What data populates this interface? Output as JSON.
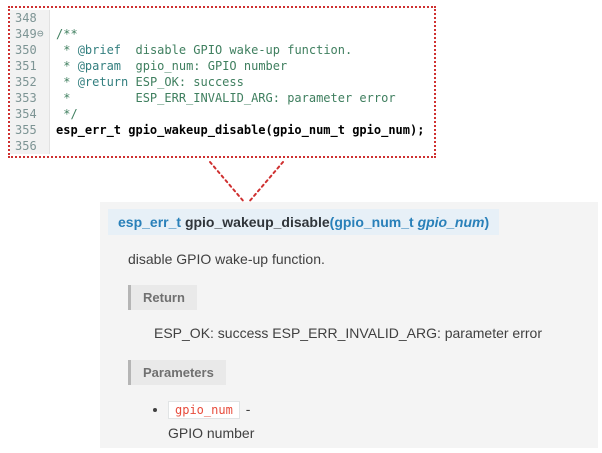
{
  "editor": {
    "lines": [
      {
        "num": "348",
        "fold": "",
        "segments": []
      },
      {
        "num": "349",
        "fold": "⊖",
        "segments": [
          {
            "text": "/**",
            "cls": "comment"
          }
        ]
      },
      {
        "num": "350",
        "fold": "",
        "segments": [
          {
            "text": " * ",
            "cls": "comment"
          },
          {
            "text": "@brief",
            "cls": "tag"
          },
          {
            "text": "  disable GPIO wake-up function.",
            "cls": "comment"
          }
        ]
      },
      {
        "num": "351",
        "fold": "",
        "segments": [
          {
            "text": " * ",
            "cls": "comment"
          },
          {
            "text": "@param",
            "cls": "tag"
          },
          {
            "text": "  gpio_num: GPIO number",
            "cls": "comment"
          }
        ]
      },
      {
        "num": "352",
        "fold": "",
        "segments": [
          {
            "text": " * ",
            "cls": "comment"
          },
          {
            "text": "@return",
            "cls": "tag"
          },
          {
            "text": " ESP_OK: success",
            "cls": "comment"
          }
        ]
      },
      {
        "num": "353",
        "fold": "",
        "segments": [
          {
            "text": " *         ESP_ERR_INVALID_ARG: parameter error",
            "cls": "comment"
          }
        ]
      },
      {
        "num": "354",
        "fold": "",
        "segments": [
          {
            "text": " */",
            "cls": "comment"
          }
        ]
      },
      {
        "num": "355",
        "fold": "",
        "segments": [
          {
            "text": "esp_err_t gpio_wakeup_disable(gpio_num_t gpio_num);",
            "cls": "code"
          }
        ]
      },
      {
        "num": "356",
        "fold": "",
        "segments": []
      }
    ]
  },
  "doc": {
    "signature": {
      "return_type": "esp_err_t ",
      "name": "gpio_wakeup_disable",
      "open_paren": "(",
      "param_type": "gpio_num_t ",
      "param_name": "gpio_num",
      "close_paren": ")"
    },
    "description": "disable GPIO wake-up function.",
    "return_label": "Return",
    "return_text": "ESP_OK: success ESP_ERR_INVALID_ARG: parameter error",
    "params_label": "Parameters",
    "param": {
      "name": "gpio_num",
      "dash": "-",
      "desc": "GPIO number"
    }
  },
  "colors": {
    "red_dotted": "#cf3030",
    "comment_green": "#3f7f5f",
    "tag_teal": "#337f7f",
    "line_number_color": "#7d9494",
    "gutter_bg": "#f2f2f2",
    "panel_bg": "#f4f4f4",
    "signature_bg": "#e7f0f7",
    "accent_blue": "#2980b9",
    "rubric_bg": "#e9e9e9",
    "rubric_border": "#b5b5b5",
    "rubric_text": "#707070",
    "text_dark": "#404040",
    "literal_red": "#e74c3c"
  }
}
